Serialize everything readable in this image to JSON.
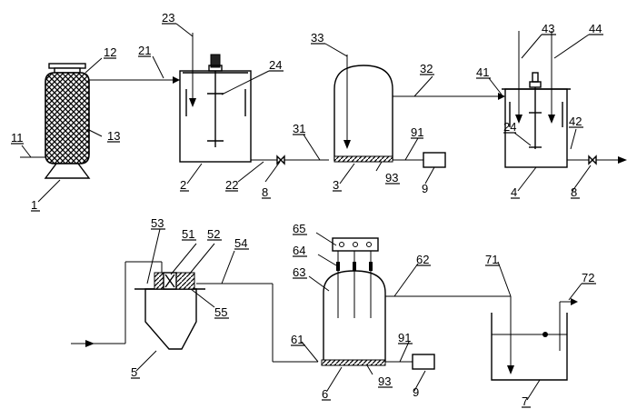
{
  "labels": {
    "l1": "1",
    "l11": "11",
    "l12": "12",
    "l13": "13",
    "l2": "2",
    "l21": "21",
    "l22": "22",
    "l23": "23",
    "l24a": "24",
    "l24b": "24",
    "l3": "3",
    "l31": "31",
    "l32": "32",
    "l33": "33",
    "l4": "4",
    "l41": "41",
    "l42": "42",
    "l43": "43",
    "l44": "44",
    "l5": "5",
    "l51": "51",
    "l52": "52",
    "l53": "53",
    "l54": "54",
    "l55": "55",
    "l6": "6",
    "l61": "61",
    "l62": "62",
    "l63": "63",
    "l64": "64",
    "l65": "65",
    "l7": "7",
    "l71": "71",
    "l72": "72",
    "l8a": "8",
    "l8b": "8",
    "l9a": "9",
    "l9b": "9",
    "l91a": "91",
    "l91b": "91",
    "l93a": "93",
    "l93b": "93"
  }
}
